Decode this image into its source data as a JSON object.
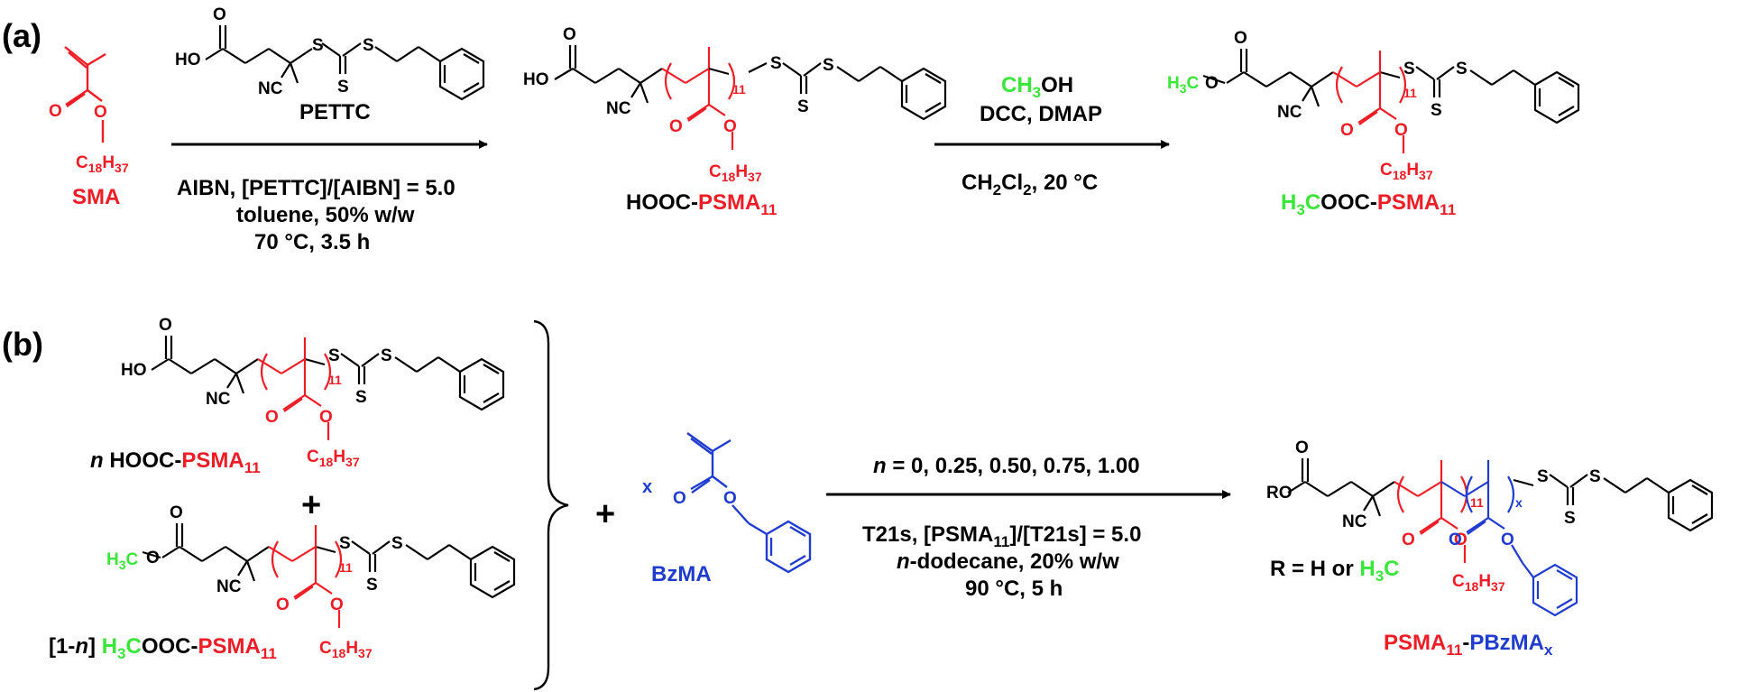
{
  "colors": {
    "black": "#000000",
    "red": "#ee1c25",
    "green": "#39e639",
    "blue": "#1f3ccf"
  },
  "panel_a": {
    "label": "(a)",
    "sma": "SMA",
    "chain_c18": "C",
    "chain_c18_sub": "18",
    "chain_h37": "H",
    "chain_h37_sub": "37",
    "pettc": "PETTC",
    "cond1": "AIBN, [PETTC]/[AIBN] = 5.0",
    "cond2": "toluene, 50% w/w",
    "cond3": "70 °C, 3.5 h",
    "hooc_prefix": "HOOC-",
    "psma": "PSMA",
    "sub11": "11",
    "reagent_ch3": "CH",
    "reagent_3": "3",
    "reagent_oh": "OH",
    "reagent2": "DCC, DMAP",
    "cond4_a": "CH",
    "cond4_2": "2",
    "cond4_b": "Cl",
    "cond4_c": ", 20 °C",
    "h3c": "H",
    "h3c_3": "3",
    "h3c_c": "C",
    "ooc": "OOC-"
  },
  "panel_b": {
    "label": "(b)",
    "n_prefix": "n",
    "hooc": " HOOC-",
    "plus": "+",
    "bracket_1n_open": "[1-",
    "bracket_1n_n": "n",
    "bracket_1n_close": "]",
    "x": "x",
    "bzma": "BzMA",
    "cond_n": "n",
    "cond_n_vals": " = 0, 0.25, 0.50, 0.75, 1.00",
    "cond_t21_a": "T21s, [PSMA",
    "cond_t21_b": "]/[T21s] = 5.0",
    "cond_dodecane_n": "n",
    "cond_dodecane": "-dodecane, 20% w/w",
    "cond_temp": "90 °C, 5 h",
    "r_eq": "R = H or ",
    "product_pbzma": "PBzMA",
    "product_x": "x",
    "dash": "-"
  },
  "atoms": {
    "O": "O",
    "S": "S",
    "NC": "NC",
    "HO": "HO",
    "RO": "RO"
  }
}
